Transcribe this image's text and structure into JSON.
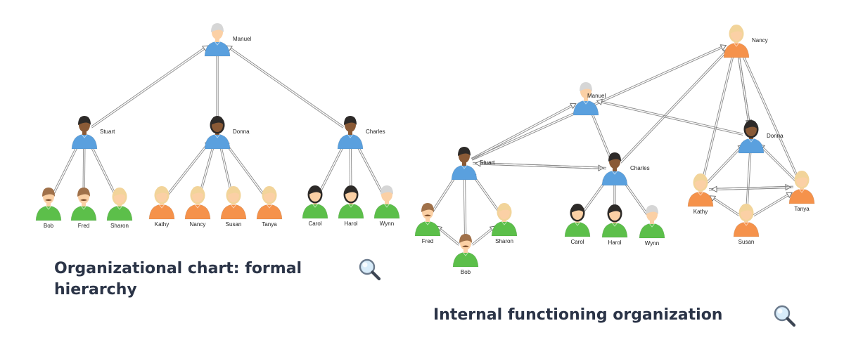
{
  "diagrams": [
    {
      "caption": "Organizational chart: formal hierarchy",
      "people": {
        "manuel": {
          "name": "Manuel",
          "hair": "gray",
          "skin": "light",
          "shirt": "blue"
        },
        "stuart": {
          "name": "Stuart",
          "hair": "dark",
          "skin": "dark",
          "shirt": "blue"
        },
        "donna": {
          "name": "Donna",
          "hair": "dark",
          "skin": "dark",
          "shirt": "blue"
        },
        "charles": {
          "name": "Charles",
          "hair": "dark",
          "skin": "dark",
          "shirt": "blue"
        },
        "bob": {
          "name": "Bob",
          "hair": "brown",
          "skin": "light",
          "shirt": "green",
          "mustache": true
        },
        "fred": {
          "name": "Fred",
          "hair": "brown",
          "skin": "light",
          "shirt": "green",
          "mustache": true
        },
        "sharon": {
          "name": "Sharon",
          "hair": "blond",
          "skin": "light",
          "shirt": "green"
        },
        "kathy": {
          "name": "Kathy",
          "hair": "blond",
          "skin": "light",
          "shirt": "orange"
        },
        "nancy": {
          "name": "Nancy",
          "hair": "blond",
          "skin": "light",
          "shirt": "orange"
        },
        "susan": {
          "name": "Susan",
          "hair": "blond",
          "skin": "light",
          "shirt": "orange"
        },
        "tanya": {
          "name": "Tanya",
          "hair": "blond",
          "skin": "light",
          "shirt": "orange"
        },
        "carol": {
          "name": "Carol",
          "hair": "dark",
          "skin": "light",
          "shirt": "green"
        },
        "harol": {
          "name": "Harol",
          "hair": "dark",
          "skin": "light",
          "shirt": "green"
        },
        "wynn": {
          "name": "Wynn",
          "hair": "gray",
          "skin": "light",
          "shirt": "green"
        }
      },
      "edges": [
        {
          "from": "stuart",
          "to": "manuel"
        },
        {
          "from": "donna",
          "to": "manuel"
        },
        {
          "from": "charles",
          "to": "manuel"
        },
        {
          "from": "bob",
          "to": "stuart"
        },
        {
          "from": "fred",
          "to": "stuart"
        },
        {
          "from": "sharon",
          "to": "stuart"
        },
        {
          "from": "kathy",
          "to": "donna"
        },
        {
          "from": "nancy",
          "to": "donna"
        },
        {
          "from": "susan",
          "to": "donna"
        },
        {
          "from": "tanya",
          "to": "donna"
        },
        {
          "from": "carol",
          "to": "charles"
        },
        {
          "from": "harol",
          "to": "charles"
        },
        {
          "from": "wynn",
          "to": "charles"
        }
      ]
    },
    {
      "caption": "Internal functioning organization",
      "people": {
        "nancy": {
          "name": "Nancy",
          "hair": "blond",
          "skin": "light",
          "shirt": "orange"
        },
        "manuel": {
          "name": "Manuel",
          "hair": "gray",
          "skin": "light",
          "shirt": "blue"
        },
        "donna": {
          "name": "Donna",
          "hair": "dark",
          "skin": "dark",
          "shirt": "blue"
        },
        "stuart": {
          "name": "Stuart",
          "hair": "dark",
          "skin": "dark",
          "shirt": "blue"
        },
        "charles": {
          "name": "Charles",
          "hair": "dark",
          "skin": "dark",
          "shirt": "blue"
        },
        "kathy": {
          "name": "Kathy",
          "hair": "blond",
          "skin": "light",
          "shirt": "orange"
        },
        "tanya": {
          "name": "Tanya",
          "hair": "blond",
          "skin": "light",
          "shirt": "orange"
        },
        "susan": {
          "name": "Susan",
          "hair": "blond",
          "skin": "light",
          "shirt": "orange"
        },
        "fred": {
          "name": "Fred",
          "hair": "brown",
          "skin": "light",
          "shirt": "green",
          "mustache": true
        },
        "sharon": {
          "name": "Sharon",
          "hair": "blond",
          "skin": "light",
          "shirt": "green"
        },
        "bob": {
          "name": "Bob",
          "hair": "brown",
          "skin": "light",
          "shirt": "green",
          "mustache": true
        },
        "carol": {
          "name": "Carol",
          "hair": "dark",
          "skin": "light",
          "shirt": "green"
        },
        "harol": {
          "name": "Harol",
          "hair": "dark",
          "skin": "light",
          "shirt": "green"
        },
        "wynn": {
          "name": "Wynn",
          "hair": "gray",
          "skin": "light",
          "shirt": "green"
        }
      },
      "edges": [
        {
          "from": "stuart",
          "to": "nancy"
        },
        {
          "from": "charles",
          "to": "nancy"
        },
        {
          "from": "stuart",
          "to": "manuel"
        },
        {
          "from": "charles",
          "to": "manuel"
        },
        {
          "from": "donna",
          "to": "manuel"
        },
        {
          "from": "donna",
          "to": "nancy"
        },
        {
          "from": "nancy",
          "to": "donna"
        },
        {
          "from": "stuart",
          "to": "charles"
        },
        {
          "from": "charles",
          "to": "stuart"
        },
        {
          "from": "kathy",
          "to": "nancy"
        },
        {
          "from": "tanya",
          "to": "nancy"
        },
        {
          "from": "kathy",
          "to": "donna"
        },
        {
          "from": "tanya",
          "to": "donna"
        },
        {
          "from": "susan",
          "to": "donna"
        },
        {
          "from": "kathy",
          "to": "tanya"
        },
        {
          "from": "tanya",
          "to": "kathy"
        },
        {
          "from": "susan",
          "to": "kathy"
        },
        {
          "from": "susan",
          "to": "tanya"
        },
        {
          "from": "fred",
          "to": "stuart"
        },
        {
          "from": "sharon",
          "to": "stuart"
        },
        {
          "from": "bob",
          "to": "stuart"
        },
        {
          "from": "bob",
          "to": "fred"
        },
        {
          "from": "bob",
          "to": "sharon"
        },
        {
          "from": "carol",
          "to": "charles"
        },
        {
          "from": "harol",
          "to": "charles"
        },
        {
          "from": "wynn",
          "to": "charles"
        }
      ]
    }
  ],
  "colors": {
    "caption": "#2b3447",
    "edge": "#8a8a8a",
    "blue_shirt": "#5aa0de",
    "green_shirt": "#5cbf4a",
    "orange_shirt": "#f5924b"
  },
  "icons": {
    "zoom": "magnifier-icon"
  }
}
